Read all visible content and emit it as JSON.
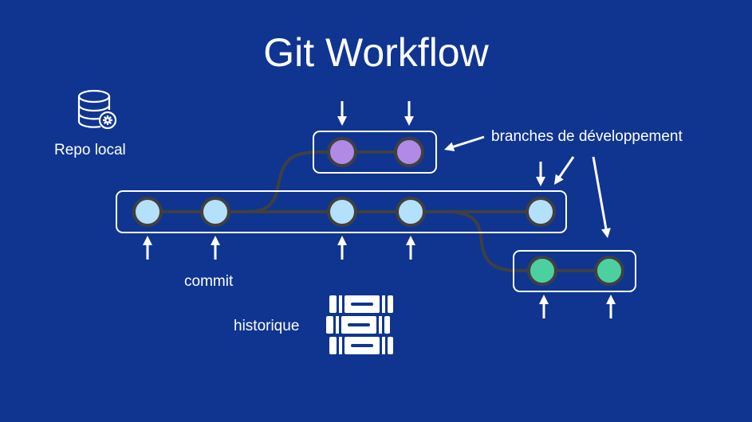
{
  "title": "Git Workflow",
  "labels": {
    "repo_local": "Repo local",
    "branches": "branches de développement",
    "commit": "commit",
    "historique": "historique"
  },
  "icons": {
    "repo": "database-gear-icon",
    "history": "stacked-books-icon"
  },
  "colors": {
    "background": "#0f3590",
    "main_commit": "#b3e0fb",
    "feature_commit_purple": "#b08ae6",
    "feature_commit_green": "#4dd0a0",
    "commit_outline": "#404040",
    "line": "#404040",
    "frame": "#ffffff",
    "arrow": "#ffffff"
  },
  "branches": [
    {
      "name": "main",
      "commits": 5,
      "color_key": "main_commit"
    },
    {
      "name": "feature-purple",
      "commits": 2,
      "color_key": "feature_commit_purple"
    },
    {
      "name": "feature-green",
      "commits": 2,
      "color_key": "feature_commit_green"
    }
  ]
}
